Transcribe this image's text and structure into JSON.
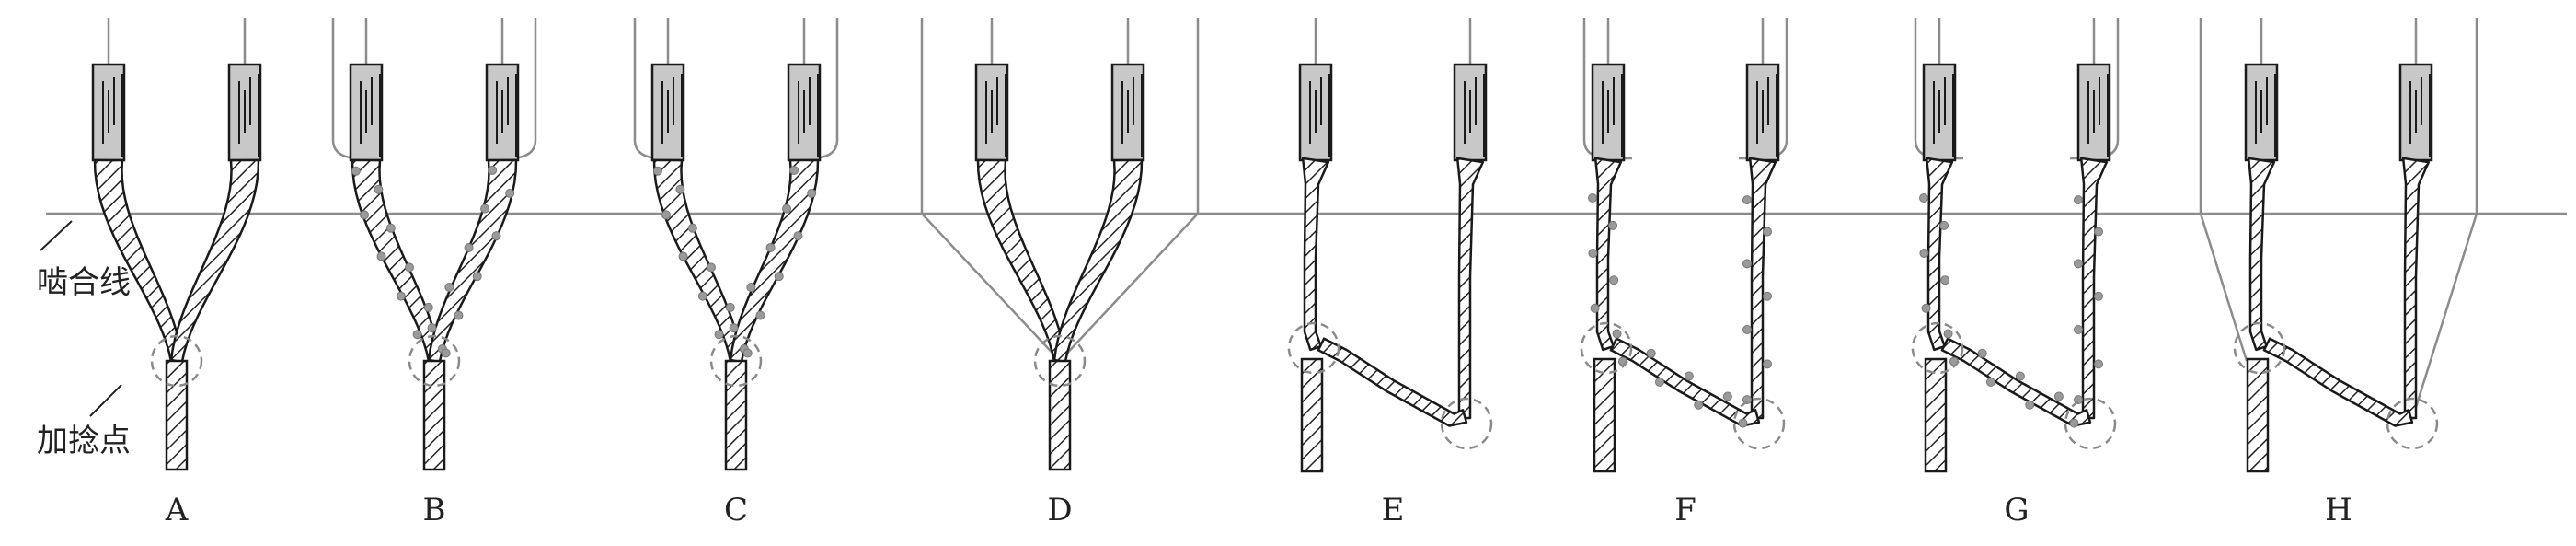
{
  "annotations": {
    "nip_line": "啮合线",
    "twist_point": "加捻点"
  },
  "panels": [
    {
      "id": "A",
      "label": "A",
      "layout": "v",
      "cover": "none",
      "wrap": false
    },
    {
      "id": "B",
      "label": "B",
      "layout": "v",
      "cover": "cup",
      "wrap": true
    },
    {
      "id": "C",
      "label": "C",
      "layout": "v",
      "cover": "cup",
      "wrap": true
    },
    {
      "id": "D",
      "label": "D",
      "layout": "v",
      "cover": "funnel",
      "wrap": false
    },
    {
      "id": "E",
      "label": "E",
      "layout": "z",
      "cover": "none",
      "wrap": false
    },
    {
      "id": "F",
      "label": "F",
      "layout": "z",
      "cover": "cup",
      "wrap": true
    },
    {
      "id": "G",
      "label": "G",
      "layout": "z",
      "cover": "cup",
      "wrap": true
    },
    {
      "id": "H",
      "label": "H",
      "layout": "z",
      "cover": "funnel",
      "wrap": false
    }
  ],
  "colors": {
    "line": "#1a1a1a",
    "guide": "#8c8c8c",
    "roving_fill": "#c8c8c8",
    "strand_fill": "#b4b4b4",
    "wrap_bead": "#9a9a9a",
    "circle": "#8a8a8a"
  }
}
